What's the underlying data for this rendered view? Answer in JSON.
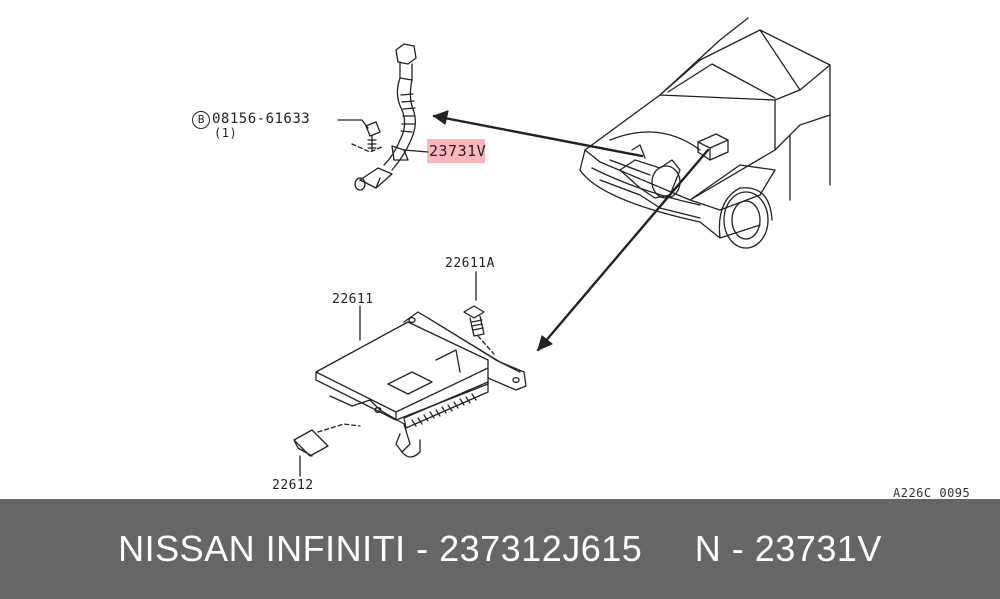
{
  "diagram": {
    "labels": {
      "bolt_part_no": "08156-61633",
      "bolt_marker": "B",
      "bolt_qty": "(1)",
      "sensor_part_no": "23731V",
      "bolt2_part_no": "22611A",
      "ecm_part_no": "22611",
      "bracket_part_no": "22612",
      "reference_code": "A226C 0095"
    },
    "highlight_color": "#ff3c50"
  },
  "banner": {
    "text": "NISSAN INFINITI - 237312J615     N - 23731V",
    "background": "#666666",
    "text_color": "#ffffff"
  }
}
